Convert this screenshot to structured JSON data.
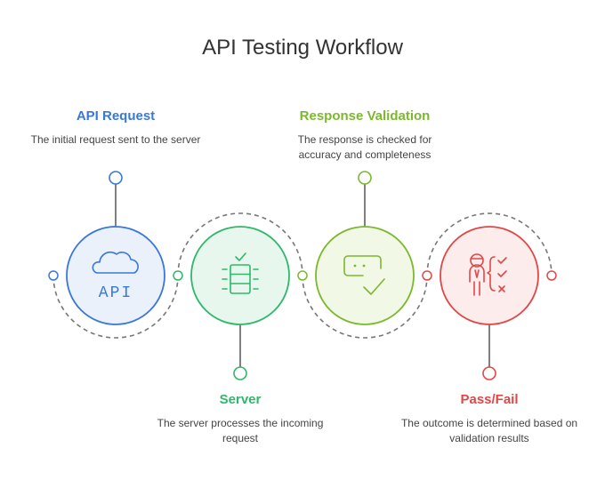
{
  "title": "API Testing Workflow",
  "steps": [
    {
      "title": "API Request",
      "description": "The initial request sent to the server",
      "color": "#3a78d8",
      "fill": "#eaf1fb",
      "icon": "cloud-api-icon",
      "icon_text": "API"
    },
    {
      "title": "Server",
      "description": "The server processes the incoming request",
      "color": "#2eb86a",
      "fill": "#e8f7ee",
      "icon": "server-icon"
    },
    {
      "title": "Response Validation",
      "description": "The response is checked for accuracy and completeness",
      "color": "#7cb82e",
      "fill": "#f1f8e6",
      "icon": "response-check-icon"
    },
    {
      "title": "Pass/Fail",
      "description": "The outcome is determined based on validation results",
      "color": "#e04848",
      "fill": "#fcecec",
      "icon": "pass-fail-person-icon"
    }
  ]
}
